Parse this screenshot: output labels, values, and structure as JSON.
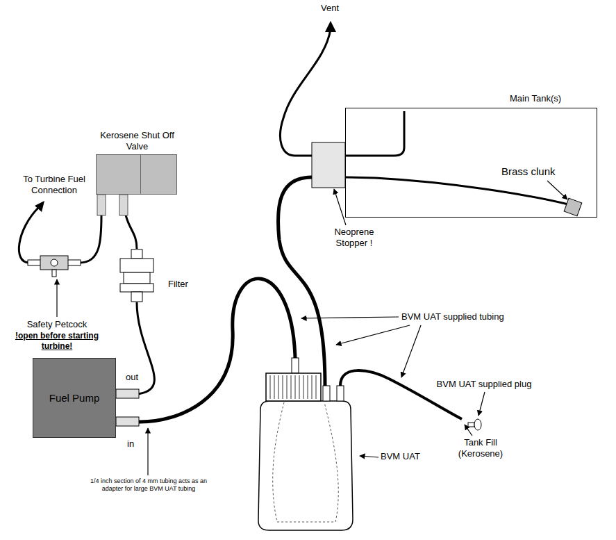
{
  "diagram": {
    "nodes": [
      {
        "text": [
          "Kerosene Shut Off Valve"
        ]
      },
      {
        "text": [
          "Filter"
        ]
      },
      {
        "text": [
          "Fuel Pump"
        ]
      },
      {
        "text": [
          "BVM UAT"
        ]
      },
      {
        "text": [
          "Main Tank(s)"
        ]
      }
    ],
    "edges": [
      {
        "from": 2,
        "to": 1,
        "arrow": "none"
      },
      {
        "from": 1,
        "to": 0,
        "arrow": "none"
      },
      {
        "from": 3,
        "to": 2,
        "arrow": "none"
      },
      {
        "from": 4,
        "to": 3,
        "arrow": "none"
      }
    ],
    "labels": [
      "Vent",
      "To Turbine Fuel Connection",
      "Safety Petcock",
      "!open before starting turbine!",
      "out",
      "in",
      "1/4 inch section of 4 mm tubing acts as an adapter for large BVM UAT tubing",
      "Neoprene Stopper !",
      "Brass clunk",
      "BVM UAT supplied tubing",
      "BVM UAT supplied plug",
      "Tank Fill (Kerosene)"
    ]
  }
}
